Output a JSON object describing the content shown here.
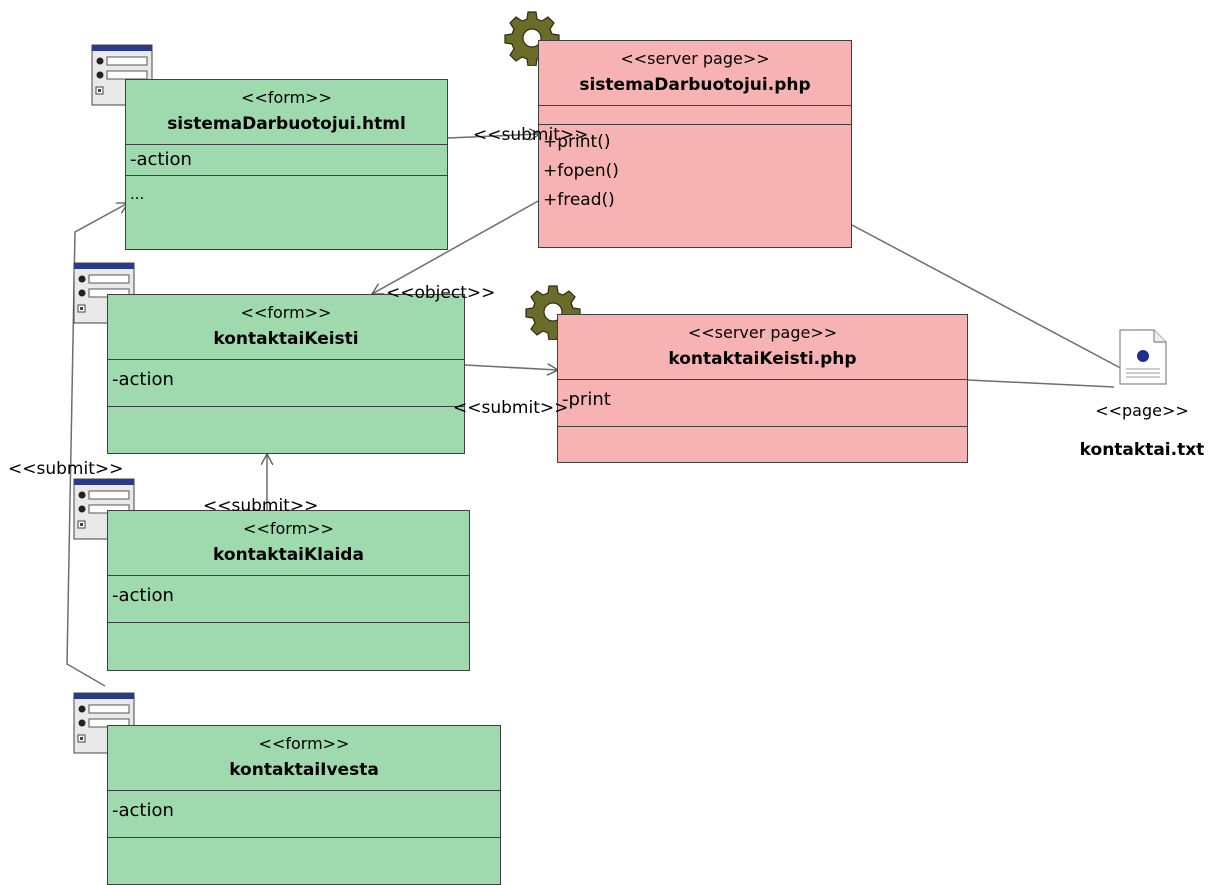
{
  "classes": {
    "sistema_html": {
      "stereotype": "<<form>>",
      "name": "sistemaDarbuotojui.html",
      "attributes": [
        "-action"
      ],
      "extra": [
        "..."
      ]
    },
    "sistema_php": {
      "stereotype": "<<server page>>",
      "name": "sistemaDarbuotojui.php",
      "operations": [
        "+print()",
        "+fopen()",
        "+fread()"
      ]
    },
    "keisti": {
      "stereotype": "<<form>>",
      "name": "kontaktaiKeisti",
      "attributes": [
        "-action"
      ]
    },
    "keisti_php": {
      "stereotype": "<<server page>>",
      "name": "kontaktaiKeisti.php",
      "attributes": [
        "-print"
      ]
    },
    "klaida": {
      "stereotype": "<<form>>",
      "name": "kontaktaiKlaida",
      "attributes": [
        "-action"
      ]
    },
    "ivesta": {
      "stereotype": "<<form>>",
      "name": "kontaktaiIvesta",
      "attributes": [
        "-action"
      ]
    }
  },
  "page": {
    "stereotype": "<<page>>",
    "name": "kontaktai.txt"
  },
  "links": {
    "submit_top": "<<submit>>",
    "object": "<<object>>",
    "submit_keisti": "<<submit>>",
    "submit_left": "<<submit>>",
    "submit_klaida": "<<submit>>"
  },
  "colors": {
    "form": "#9fd9ae",
    "server_page": "#f7b3b3",
    "border": "#3f3f3f",
    "gear": "#6b6b2a"
  }
}
